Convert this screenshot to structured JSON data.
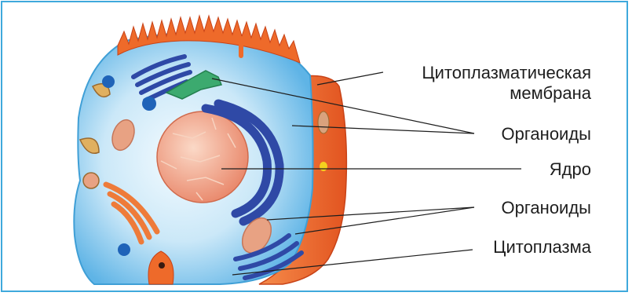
{
  "colors": {
    "border": "#3fa9dc",
    "membrane": "#ef6a2c",
    "cytoplasm": "#bfe2f6",
    "nucleus": "#f2b89e",
    "er": "#2f49a6",
    "golgi": "#ee7b3a",
    "leader": "#1e1e1e"
  },
  "labels": {
    "membrane_line1": "Цитоплазматическая",
    "membrane_line2": "мембрана",
    "organoids_top": "Органоиды",
    "nucleus": "Ядро",
    "organoids_bottom": "Органоиды",
    "cytoplasm": "Цитоплазма"
  }
}
